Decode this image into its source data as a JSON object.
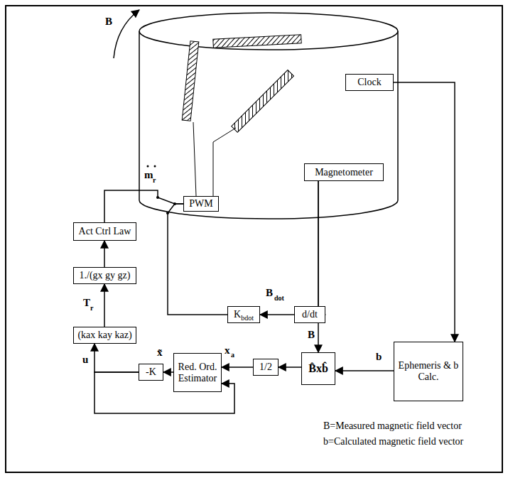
{
  "diagram": {
    "nodes": [
      {
        "text": [
          "Clock"
        ]
      },
      {
        "text": [
          "Magnetometer"
        ]
      },
      {
        "text": [
          "PWM"
        ]
      },
      {
        "text": [
          "Act Ctrl Law"
        ]
      },
      {
        "text": [
          "1./(gx gy gz)"
        ]
      },
      {
        "text": [
          "(kax kay kaz)"
        ]
      },
      {
        "text": [
          "K",
          "bdot"
        ]
      },
      {
        "text": [
          "d/dt"
        ]
      },
      {
        "text": [
          "B̂xb̂"
        ]
      },
      {
        "text": [
          "1/2"
        ]
      },
      {
        "text": [
          "Red. Ord. Estimator"
        ]
      },
      {
        "text": [
          "-K"
        ]
      },
      {
        "text": [
          "Ephemeris & b Calc."
        ]
      }
    ],
    "edges": [
      {
        "from": 3,
        "to": 2,
        "arrow": "none"
      },
      {
        "from": 6,
        "to": 2,
        "arrow": "none"
      },
      {
        "from": 7,
        "to": 6,
        "arrow": "to"
      },
      {
        "from": 1,
        "to": 8,
        "arrow": "to"
      },
      {
        "from": 1,
        "to": 7,
        "arrow": "to"
      },
      {
        "from": 0,
        "to": 12,
        "arrow": "to"
      },
      {
        "from": 12,
        "to": 8,
        "arrow": "to"
      },
      {
        "from": 8,
        "to": 9,
        "arrow": "to"
      },
      {
        "from": 9,
        "to": 10,
        "arrow": "to"
      },
      {
        "from": 10,
        "to": 11,
        "arrow": "to"
      },
      {
        "from": 11,
        "to": 5,
        "arrow": "to"
      },
      {
        "from": 11,
        "to": 10,
        "arrow": "to"
      },
      {
        "from": 5,
        "to": 4,
        "arrow": "to"
      },
      {
        "from": 4,
        "to": 3,
        "arrow": "to"
      }
    ],
    "labels": [
      "B",
      "m",
      "r",
      "B",
      "dot",
      "B",
      "b",
      "x",
      "a",
      "x̃",
      "T",
      "r",
      "u",
      "B=Measured magnetic field vector",
      "b=Calculated magnetic field vector"
    ]
  }
}
